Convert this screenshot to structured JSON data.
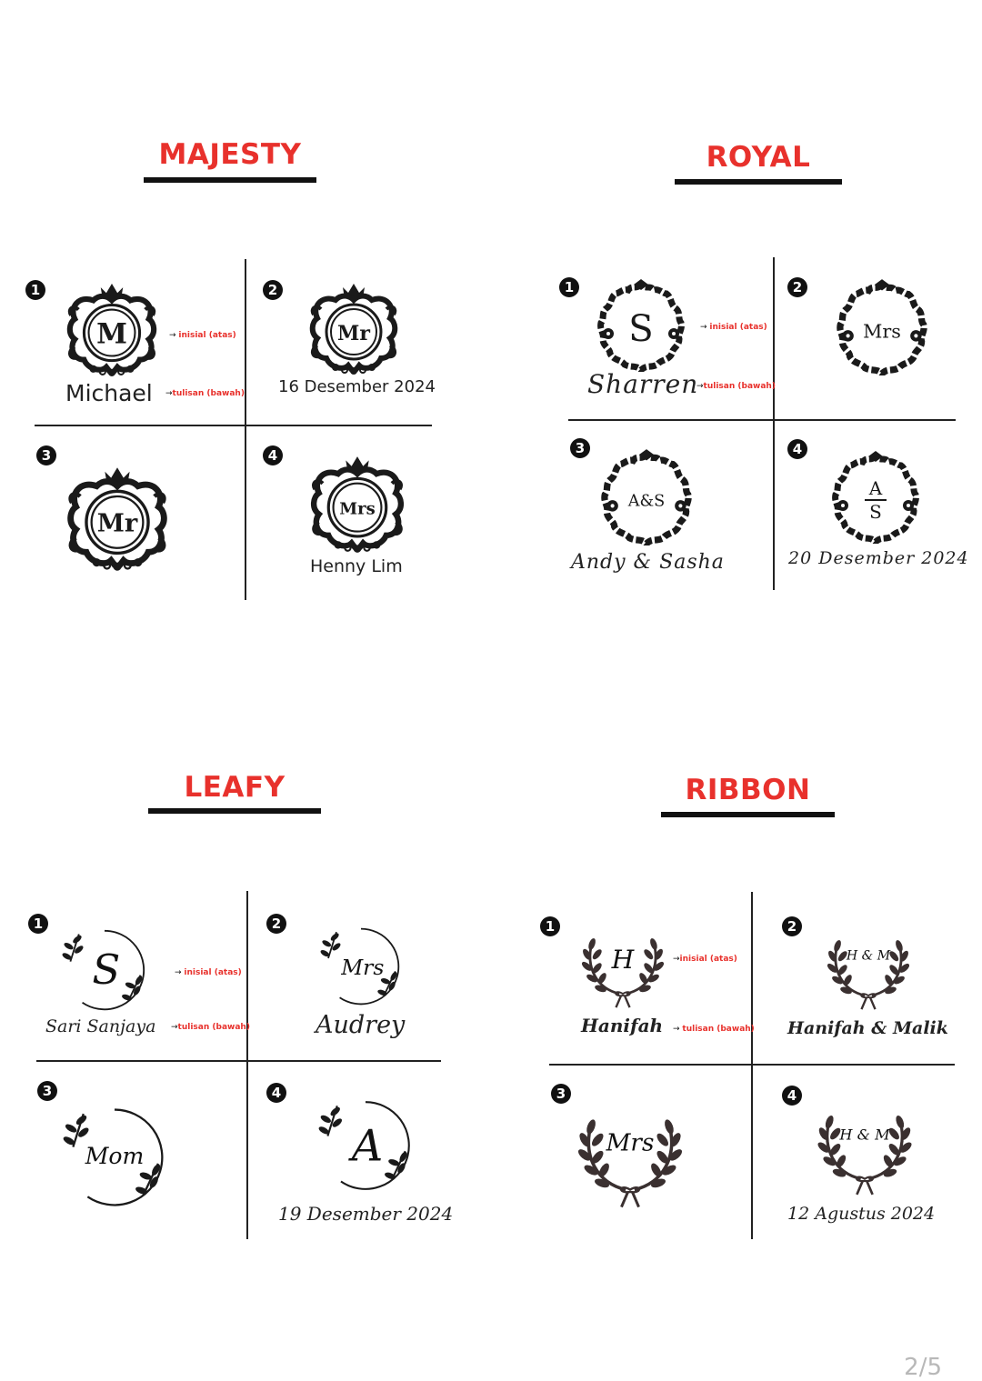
{
  "sections": {
    "majesty": {
      "title": "MAJESTY",
      "options": [
        {
          "num": "1",
          "emblem_text": "M",
          "bottom_text": "Michael",
          "note_top": "inisial (atas)",
          "note_bottom": "tulisan (bawah)"
        },
        {
          "num": "2",
          "emblem_text": "Mr",
          "bottom_text": "16 Desember 2024"
        },
        {
          "num": "3",
          "emblem_text": "Mr"
        },
        {
          "num": "4",
          "emblem_text": "Mrs",
          "bottom_text": "Henny Lim"
        }
      ]
    },
    "royal": {
      "title": "ROYAL",
      "options": [
        {
          "num": "1",
          "emblem_text": "S",
          "bottom_text": "Sharren",
          "note_top": "inisial (atas)",
          "note_bottom": "tulisan (bawah)"
        },
        {
          "num": "2",
          "emblem_text": "Mrs"
        },
        {
          "num": "3",
          "emblem_text": "A&S",
          "bottom_text": "Andy & Sasha"
        },
        {
          "num": "4",
          "emblem_top": "A",
          "emblem_bottom": "S",
          "bottom_text": "20 Desember 2024"
        }
      ]
    },
    "leafy": {
      "title": "LEAFY",
      "options": [
        {
          "num": "1",
          "emblem_text": "S",
          "bottom_text": "Sari Sanjaya",
          "note_top": "inisial (atas)",
          "note_bottom": "tulisan (bawah)"
        },
        {
          "num": "2",
          "emblem_text": "Mrs",
          "bottom_text": "Audrey"
        },
        {
          "num": "3",
          "emblem_text": "Mom"
        },
        {
          "num": "4",
          "emblem_text": "A",
          "bottom_text": "19 Desember 2024"
        }
      ]
    },
    "ribbon": {
      "title": "RIBBON",
      "options": [
        {
          "num": "1",
          "emblem_text": "H",
          "bottom_text": "Hanifah",
          "note_top": "inisial (atas)",
          "note_bottom": "tulisan (bawah)"
        },
        {
          "num": "2",
          "emblem_text": "H & M",
          "bottom_text": "Hanifah & Malik"
        },
        {
          "num": "3",
          "emblem_text": "Mrs"
        },
        {
          "num": "4",
          "emblem_text": "H & M",
          "bottom_text": "12 Agustus 2024"
        }
      ]
    }
  },
  "page_indicator": "2/5",
  "colors": {
    "title": "#e8312c",
    "ink": "#111111",
    "note": "#e8312c",
    "pager": "#b8b8b8"
  },
  "icons": [
    "baroque-crest-icon",
    "floral-wreath-icon",
    "leaf-circle-icon",
    "laurel-ribbon-icon",
    "arrow-right-icon",
    "number-badge-icon"
  ]
}
